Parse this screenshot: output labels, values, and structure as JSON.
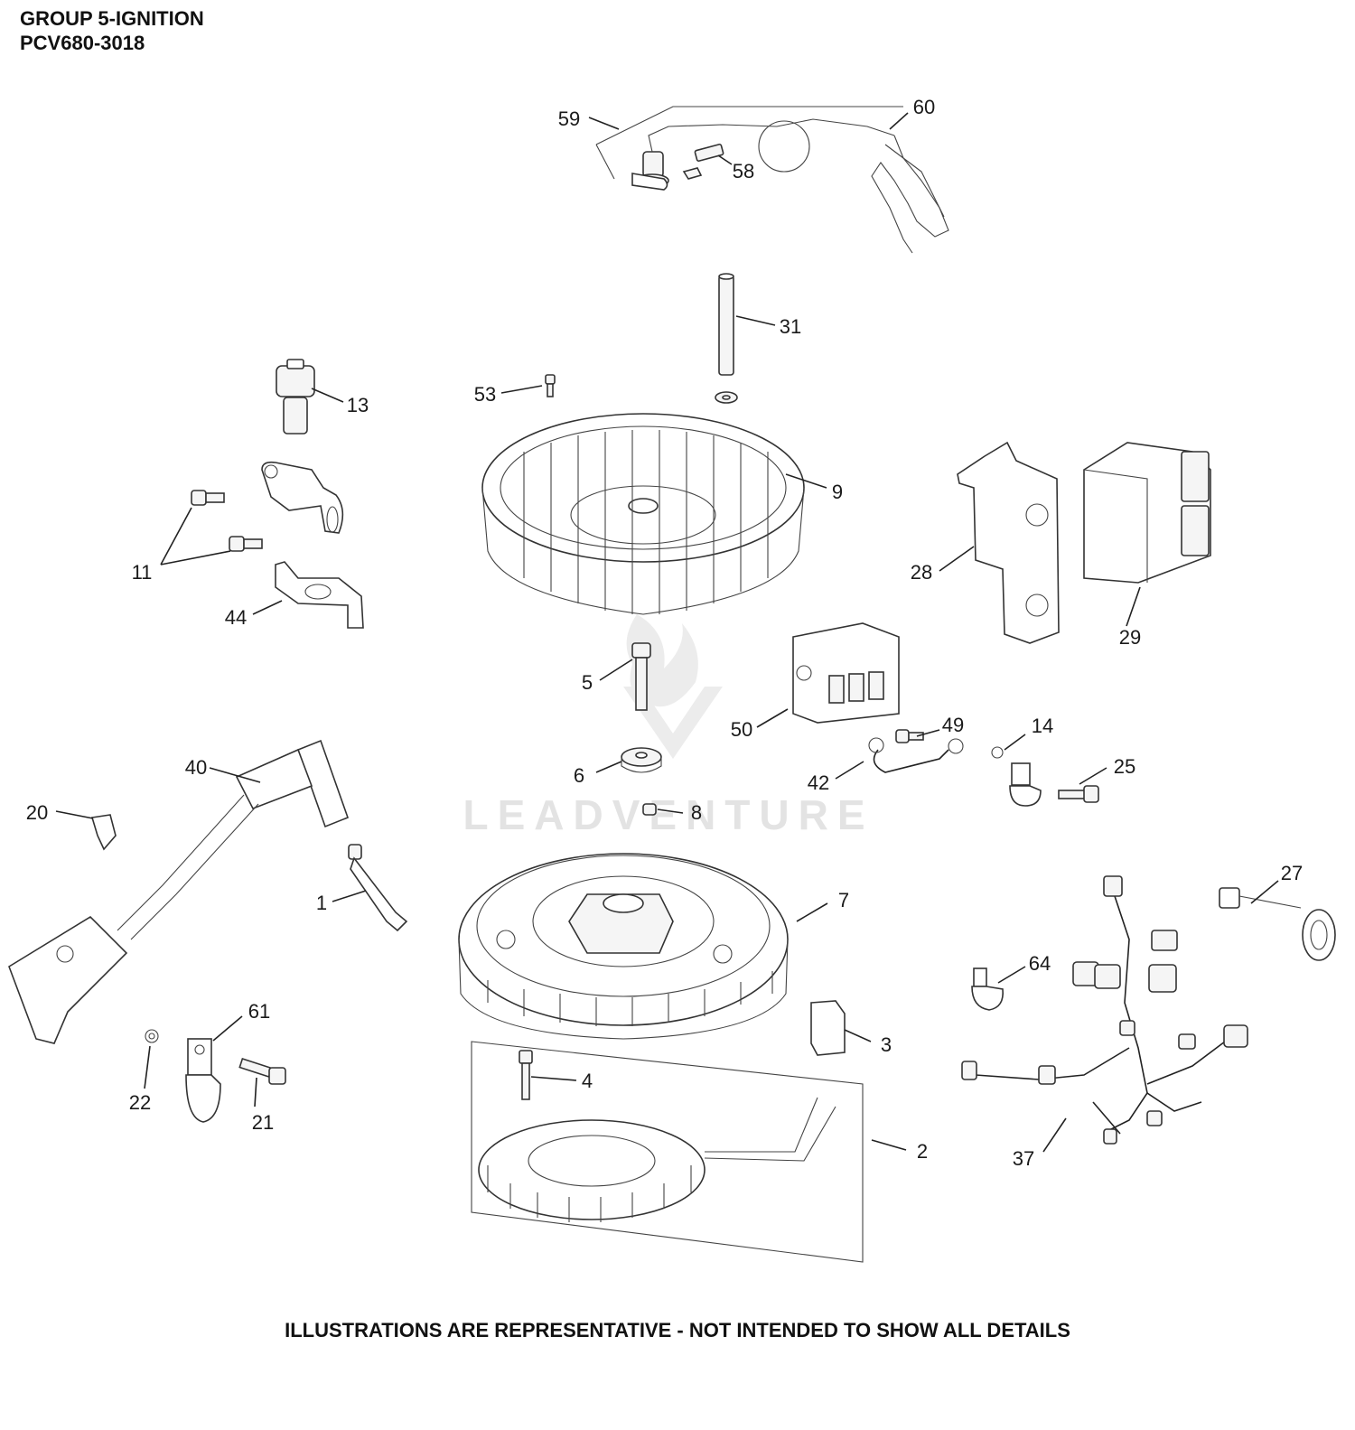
{
  "header": {
    "title": "GROUP 5-IGNITION",
    "subtitle": "PCV680-3018"
  },
  "footer": {
    "note": "ILLUSTRATIONS ARE REPRESENTATIVE - NOT INTENDED TO SHOW ALL DETAILS"
  },
  "watermark": {
    "text": "LEADVENTURE"
  },
  "callouts": [
    "59",
    "60",
    "58",
    "31",
    "53",
    "13",
    "9",
    "11",
    "44",
    "28",
    "29",
    "5",
    "50",
    "49",
    "14",
    "25",
    "42",
    "6",
    "8",
    "40",
    "20",
    "1",
    "7",
    "27",
    "64",
    "61",
    "22",
    "21",
    "4",
    "3",
    "2",
    "37"
  ]
}
